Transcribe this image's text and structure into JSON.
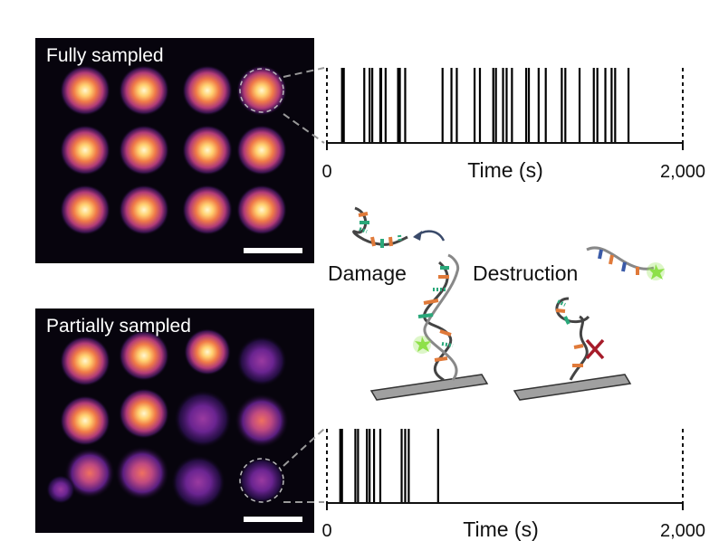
{
  "top_panel": {
    "label": "Fully sampled",
    "sampling": "full",
    "spot_grid": [
      3,
      4
    ]
  },
  "bottom_panel": {
    "label": "Partially sampled",
    "sampling": "partial",
    "spot_grid": [
      3,
      4
    ]
  },
  "top_trace": {
    "x_start_label": "0",
    "x_end_label": "2,000",
    "xlabel": "Time (s)",
    "xlim": [
      0,
      2000
    ],
    "event_times": [
      85,
      95,
      210,
      240,
      255,
      300,
      305,
      330,
      400,
      410,
      440,
      650,
      700,
      730,
      830,
      860,
      935,
      950,
      990,
      1010,
      1040,
      1120,
      1135,
      1190,
      1230,
      1320,
      1340,
      1420,
      1500,
      1520,
      1565,
      1600,
      1620,
      1695
    ]
  },
  "bottom_trace": {
    "x_start_label": "0",
    "x_end_label": "2,000",
    "xlabel": "Time (s)",
    "xlim": [
      0,
      2000
    ],
    "event_times": [
      75,
      85,
      160,
      175,
      225,
      240,
      265,
      300,
      420,
      440,
      460,
      625
    ]
  },
  "mechanisms": {
    "damage_label": "Damage",
    "destruction_label": "Destruction"
  },
  "colors": {
    "background": "#07040d",
    "spot_core": "#fff6c8",
    "spot_mid": "#f08a3c",
    "spot_outer": "#7a2a8a",
    "strand": "#444444",
    "base_orange": "#e07a3a",
    "base_green": "#2aa87a",
    "base_blue": "#3a5aa8",
    "fluorophore": "#8ee04a",
    "cross": "#a61c2a",
    "surface": "#9a9a9a"
  }
}
